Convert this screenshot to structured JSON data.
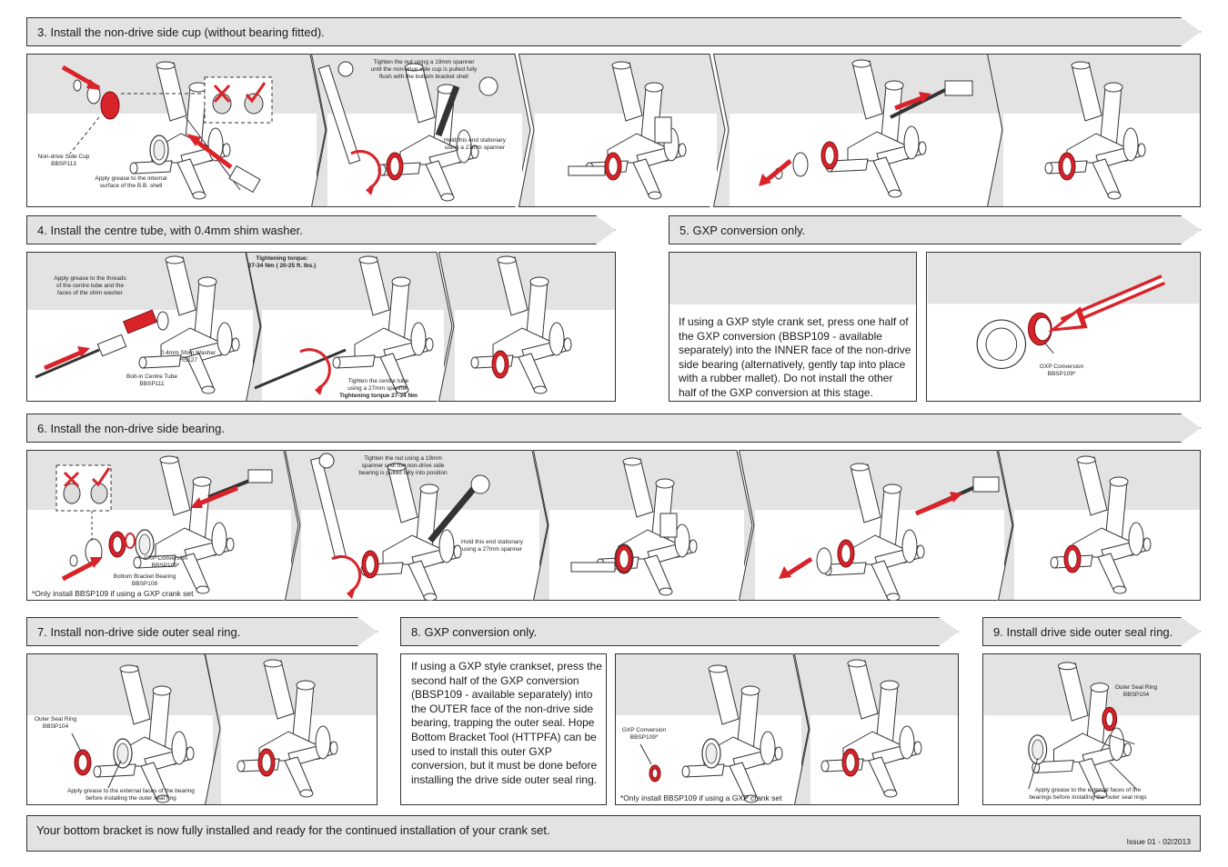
{
  "step3": {
    "title": "3. Install the non-drive side cup (without bearing fitted).",
    "notes": {
      "cup": "Non-drive Side Cup\nBBSP113",
      "grease": "Apply grease to the internal\nsurface of the B.B. shell",
      "spanner19": "Tighten the nut using a 19mm spanner\nuntil the non-drive side cup is pulled fully\nflush with the bottom bracket shell",
      "spanner27": "Hold this end stationary\nusing a 27mm spanner"
    }
  },
  "step4": {
    "title": "4. Install the centre tube, with 0.4mm shim washer.",
    "notes": {
      "grease": "Apply grease to the threads\nof the centre tube and the\nfaces of the shim washer",
      "shim": "0.4mm Shim Washer\nHS127",
      "tube": "Bolt-in Centre Tube\nBBSP111",
      "torque_top": "Tightening torque:\n27-34 Nm ( 20-25 ft. lbs.)",
      "tighten": "Tighten the centre tube\nusing a 27mm spanner.",
      "torque_bottom": "Tightening torque 27-34 Nm"
    }
  },
  "step5": {
    "title": "5. GXP conversion only.",
    "text": "If using a GXP style crank set, press one half of the GXP conversion (BBSP109 - available separately) into the INNER face of the non-drive side bearing (alternatively,  gently tap into place with a rubber mallet).  Do not install the other half of the GXP conversion at this stage.",
    "note": "GXP Conversion\nBBSP109*"
  },
  "step6": {
    "title": "6. Install the non-drive side bearing.",
    "notes": {
      "gxp": "GXP Conversion\nBBSP109*",
      "bearing": "Bottom Bracket Bearing\nBBSP108",
      "footnote": "*Only install BBSP109 if using a GXP crank set",
      "spanner19": "Tighten the nut using a 19mm\nspanner until the non-drive side\nbearing is pulled fully into position",
      "spanner27": "Hold this end stationary\nusing a 27mm spanner"
    }
  },
  "step7": {
    "title": "7. Install non-drive side outer seal ring.",
    "notes": {
      "seal": "Outer Seal Ring\nBBSP104",
      "grease": "Apply grease to the external faces of the bearing\nbefore installing the outer seal ring"
    }
  },
  "step8": {
    "title": "8. GXP conversion only.",
    "text": "If using a GXP style crankset, press the second half of the GXP conversion (BBSP109 - available separately) into the OUTER face of the non-drive side bearing, trapping the outer seal.  Hope Bottom Bracket Tool (HTTPFA) can be used to install this outer GXP conversion, but it must be done before installing the drive side outer seal ring.",
    "notes": {
      "gxp": "GXP Conversion\nBBSP109*",
      "footnote": "*Only install BBSP109 if using a GXP crank set"
    }
  },
  "step9": {
    "title": "9. Install drive side outer seal ring.",
    "notes": {
      "seal": "Outer Seal Ring\nBBSP104",
      "grease": "Apply grease to the external faces of the\nbearings before installing the outer seal rings"
    }
  },
  "final": {
    "message": "Your bottom bracket is now fully installed and ready for the continued installation of your crank set.",
    "issue": "Issue 01 - 02/2013"
  },
  "colors": {
    "accent": "#d9232a",
    "panel_bg": "#e3e3e3",
    "line": "#333333"
  }
}
